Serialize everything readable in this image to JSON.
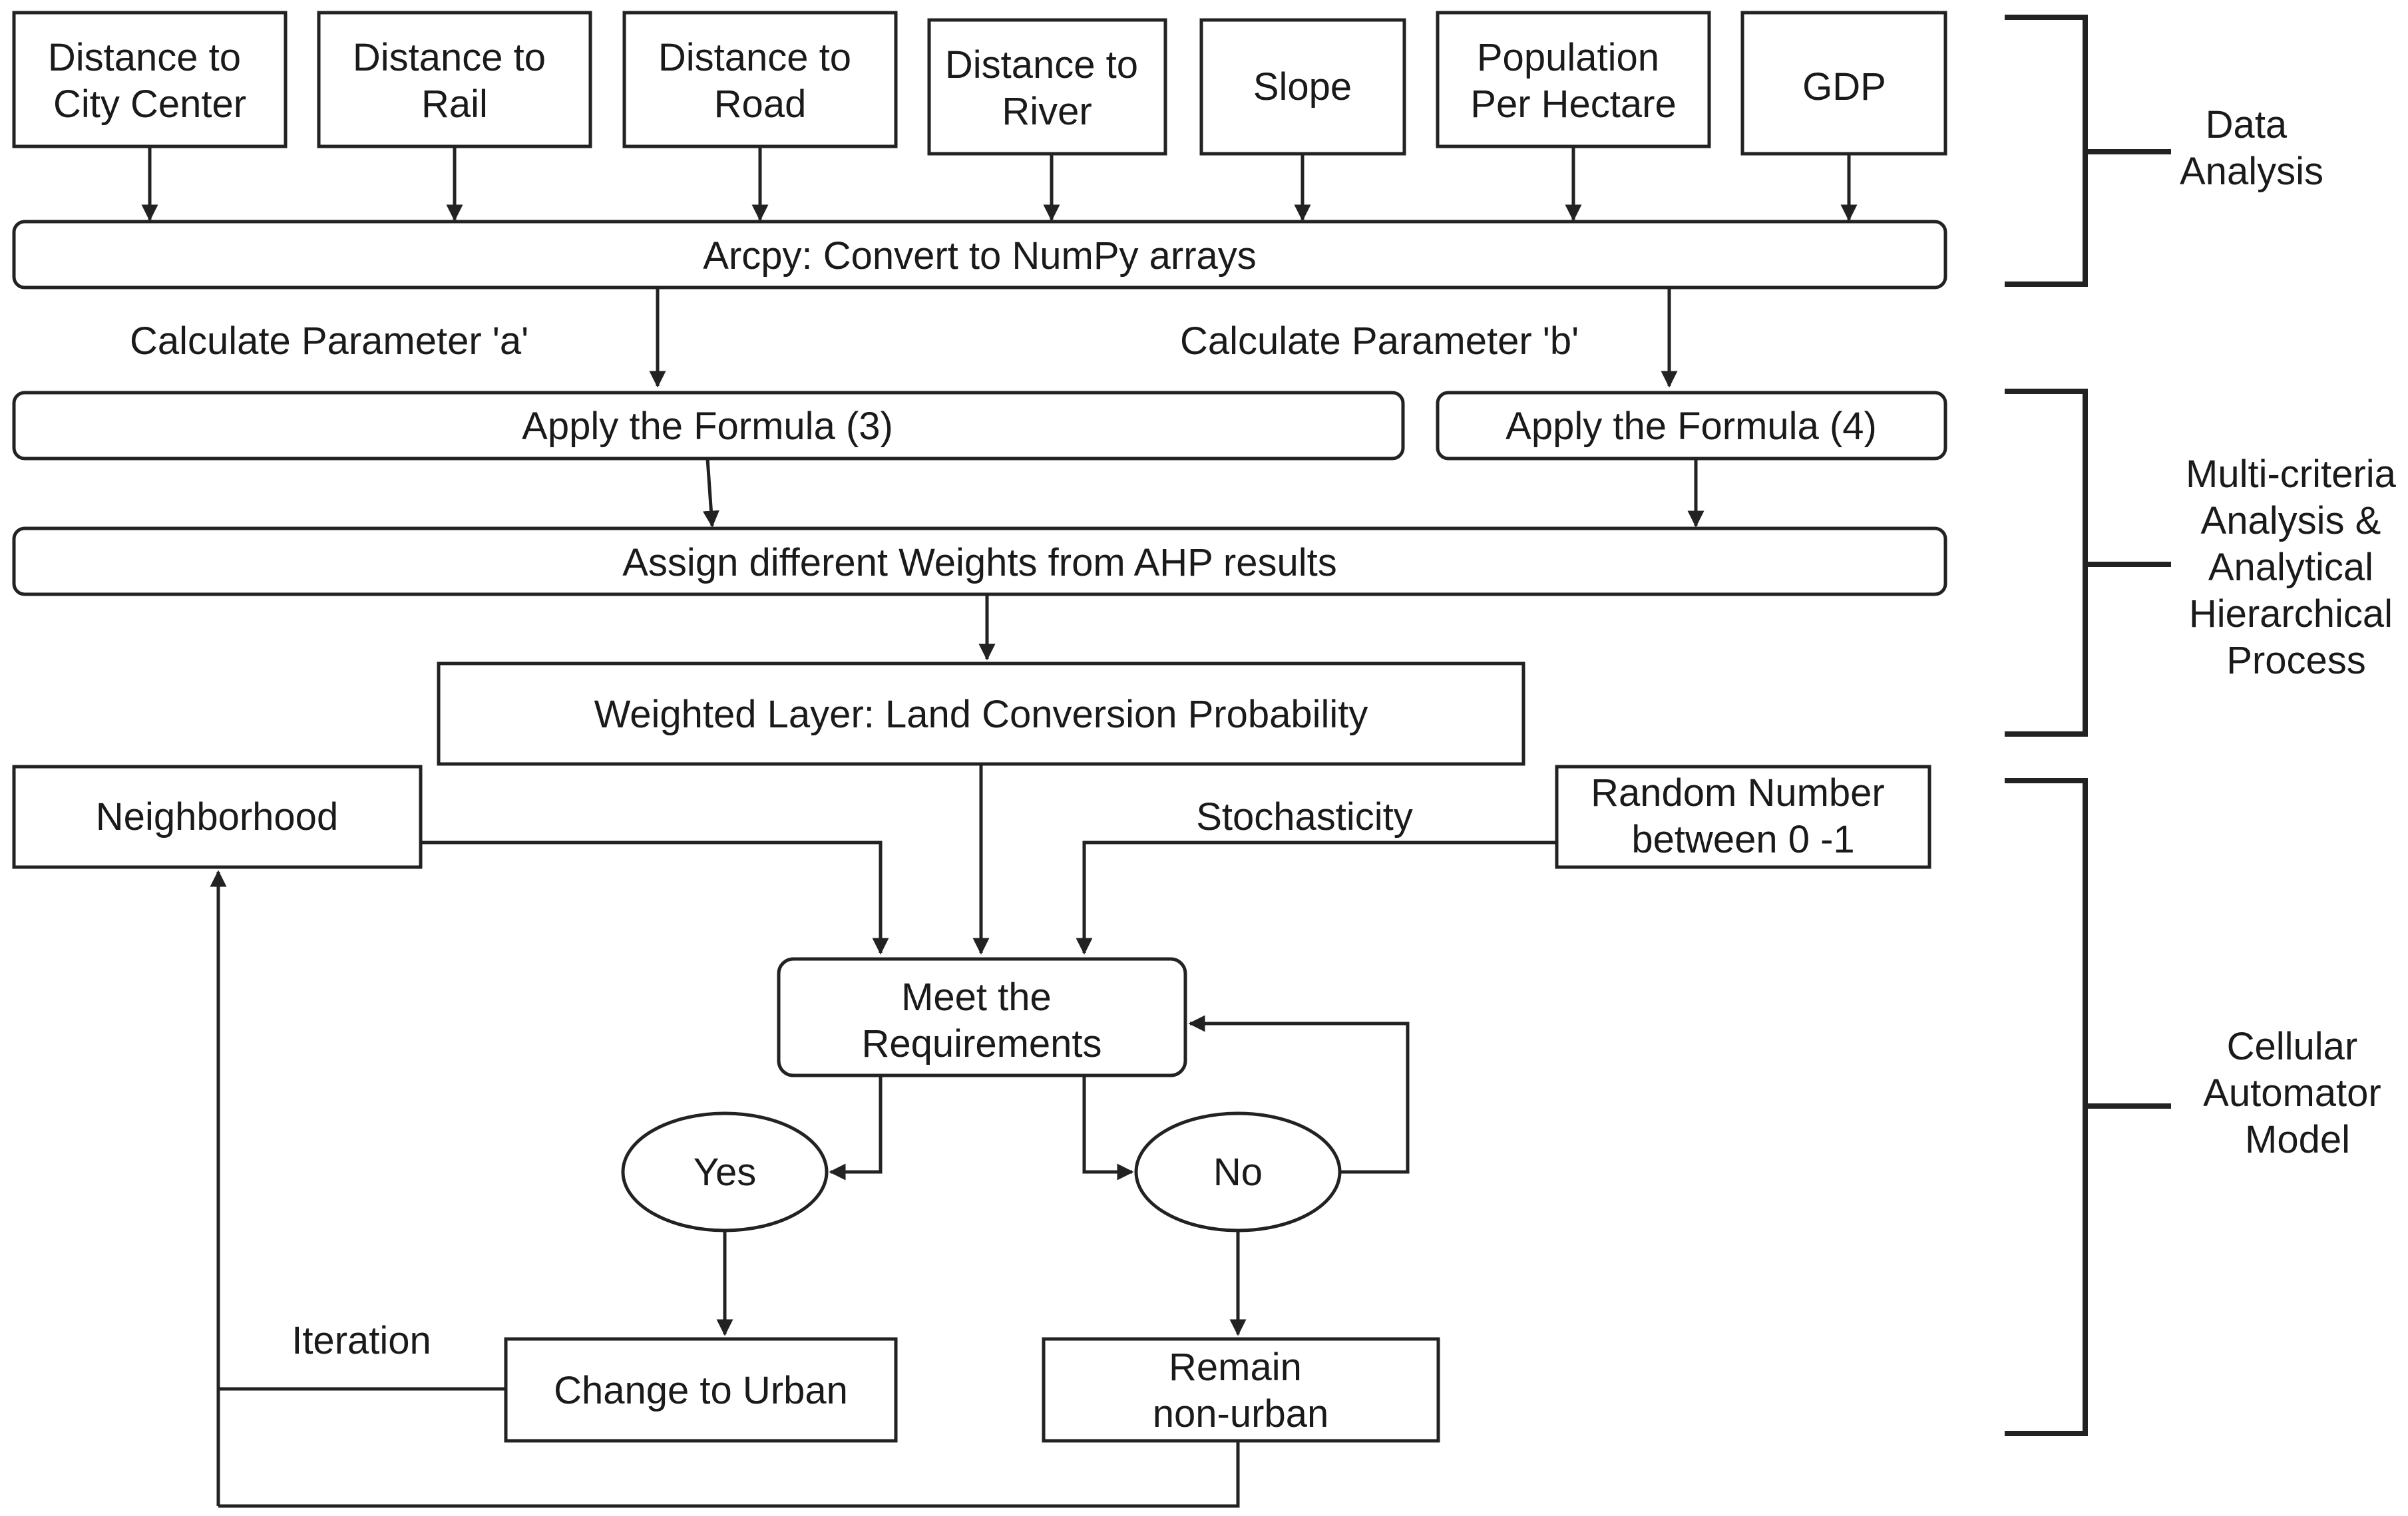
{
  "inputs": {
    "city": [
      "Distance to",
      "City Center"
    ],
    "rail": [
      "Distance to",
      "Rail"
    ],
    "road": [
      "Distance to",
      "Road"
    ],
    "river": [
      "Distance to",
      "River"
    ],
    "slope": "Slope",
    "population": [
      "Population",
      "Per Hectare"
    ],
    "gdp": "GDP"
  },
  "convert": "Arcpy: Convert to NumPy arrays",
  "param_a": "Calculate Parameter 'a'",
  "param_b": "Calculate Parameter 'b'",
  "formula3": "Apply the Formula (3)",
  "formula4": "Apply the Formula (4)",
  "weights": "Assign different Weights from AHP results",
  "weighted_layer": "Weighted Layer: Land Conversion Probability",
  "neighborhood": "Neighborhood",
  "stochasticity": "Stochasticity",
  "random": [
    "Random Number",
    "between 0 -1"
  ],
  "requirements": [
    "Meet the",
    "Requirements"
  ],
  "yes": "Yes",
  "no": "No",
  "iteration": "Iteration",
  "change_urban": "Change to Urban",
  "remain": [
    "Remain",
    "non-urban"
  ],
  "stages": {
    "data_analysis": [
      "Data",
      "Analysis"
    ],
    "mca": [
      "Multi-criteria",
      "Analysis &",
      "Analytical",
      "Hierarchical",
      "Process"
    ],
    "ca": [
      "Cellular",
      "Automator",
      "Model"
    ]
  }
}
